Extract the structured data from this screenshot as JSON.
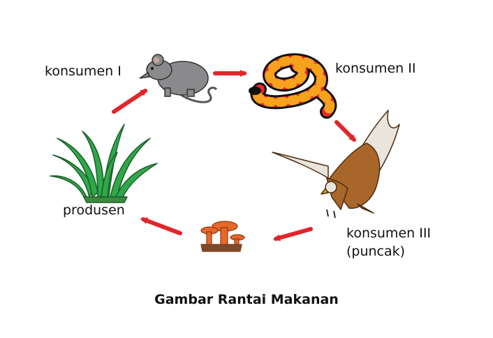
{
  "nodes": {
    "consumer1": "konsumen I",
    "consumer2": "konsumen II",
    "consumer3": "konsumen III",
    "consumer3_note": "(puncak)",
    "producer": "produsen"
  },
  "caption": "Gambar Rantai Makanan",
  "colors": {
    "arrow": "#e2242b",
    "grass": "#2fa84a",
    "mouse": "#8a8a8c",
    "snake_red": "#e8262b",
    "snake_orange": "#f6a21c",
    "hawk": "#a9662b",
    "mushroom": "#e8672a"
  }
}
